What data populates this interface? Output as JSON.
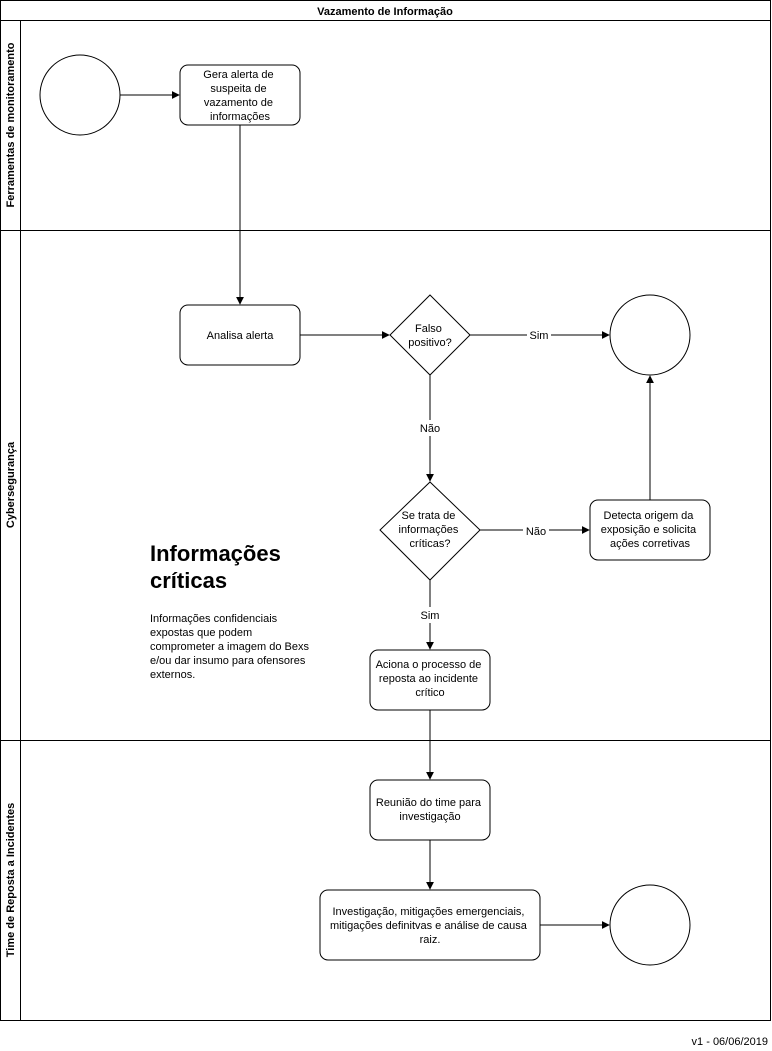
{
  "pool": {
    "title": "Vazamento de Informação"
  },
  "lanes": [
    {
      "id": "lane-monitoring",
      "label": "Ferramentas de monitoramento"
    },
    {
      "id": "lane-cyber",
      "label": "Cybersegurança"
    },
    {
      "id": "lane-incident",
      "label": "Time de Reposta a Incidentes"
    }
  ],
  "nodes": {
    "start": {
      "type": "start-event",
      "lines": []
    },
    "gera_alerta": {
      "type": "task",
      "lines": [
        "Gera alerta de",
        "suspeita de",
        "vazamento de",
        "informações"
      ]
    },
    "analisa_alerta": {
      "type": "task",
      "lines": [
        "Analisa alerta"
      ]
    },
    "falso_positivo": {
      "type": "gateway",
      "lines": [
        "Falso",
        "positivo?"
      ]
    },
    "end_sim": {
      "type": "end-event",
      "lines": []
    },
    "info_criticas": {
      "type": "gateway",
      "lines": [
        "Se trata de",
        "informações",
        "críticas?"
      ]
    },
    "detecta_origem": {
      "type": "task",
      "lines": [
        "Detecta origem da",
        "exposição e solicita",
        "ações corretivas"
      ]
    },
    "aciona_processo": {
      "type": "task",
      "lines": [
        "Aciona o processo de",
        "reposta ao incidente",
        "crítico"
      ]
    },
    "reuniao": {
      "type": "task",
      "lines": [
        "Reunião do time para",
        "investigação"
      ]
    },
    "investigacao": {
      "type": "task",
      "lines": [
        "Investigação, mitigações emergenciais,",
        "mitigações definitvas e análise de causa",
        "raiz."
      ]
    },
    "end_final": {
      "type": "end-event",
      "lines": []
    }
  },
  "edges": [
    {
      "from": "start",
      "to": "gera_alerta",
      "label": ""
    },
    {
      "from": "gera_alerta",
      "to": "analisa_alerta",
      "label": ""
    },
    {
      "from": "analisa_alerta",
      "to": "falso_positivo",
      "label": ""
    },
    {
      "from": "falso_positivo",
      "to": "end_sim",
      "label": "Sim"
    },
    {
      "from": "falso_positivo",
      "to": "info_criticas",
      "label": "Não"
    },
    {
      "from": "info_criticas",
      "to": "detecta_origem",
      "label": "Não"
    },
    {
      "from": "detecta_origem",
      "to": "end_sim",
      "label": ""
    },
    {
      "from": "info_criticas",
      "to": "aciona_processo",
      "label": "Sim"
    },
    {
      "from": "aciona_processo",
      "to": "reuniao",
      "label": ""
    },
    {
      "from": "reuniao",
      "to": "investigacao",
      "label": ""
    },
    {
      "from": "investigacao",
      "to": "end_final",
      "label": ""
    }
  ],
  "note": {
    "title_lines": [
      "Informações",
      "críticas"
    ],
    "body_lines": [
      "Informações confidenciais",
      "expostas que podem",
      "comprometer a imagem do Bexs",
      "e/ou dar insumo para ofensores",
      "externos."
    ]
  },
  "footer": {
    "version": "v1 - 06/06/2019"
  }
}
